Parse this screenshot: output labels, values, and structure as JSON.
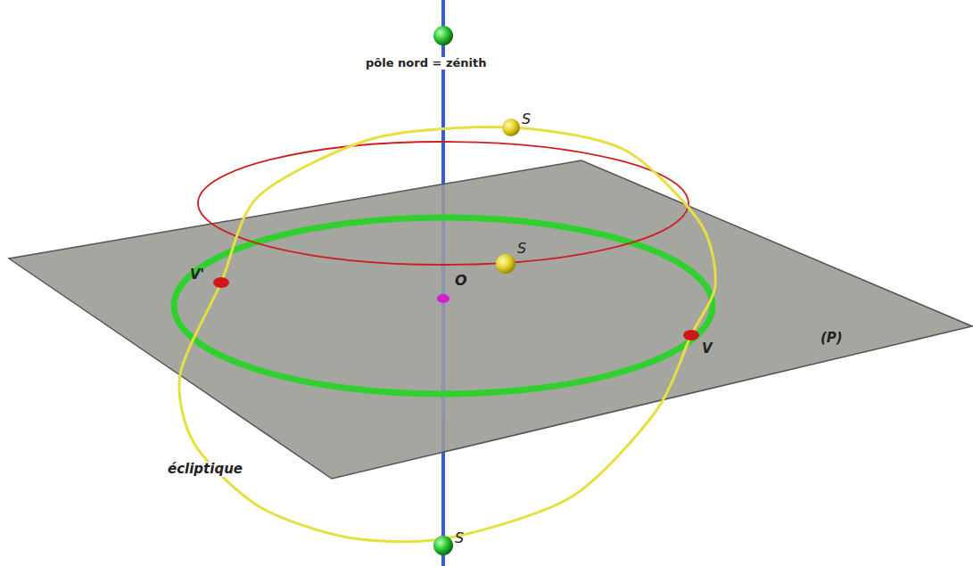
{
  "diagram": {
    "labels": [
      "pôle nord = zénith",
      "S",
      "S",
      "O",
      "V'",
      "V",
      "(P)",
      "écliptique",
      "S"
    ]
  }
}
